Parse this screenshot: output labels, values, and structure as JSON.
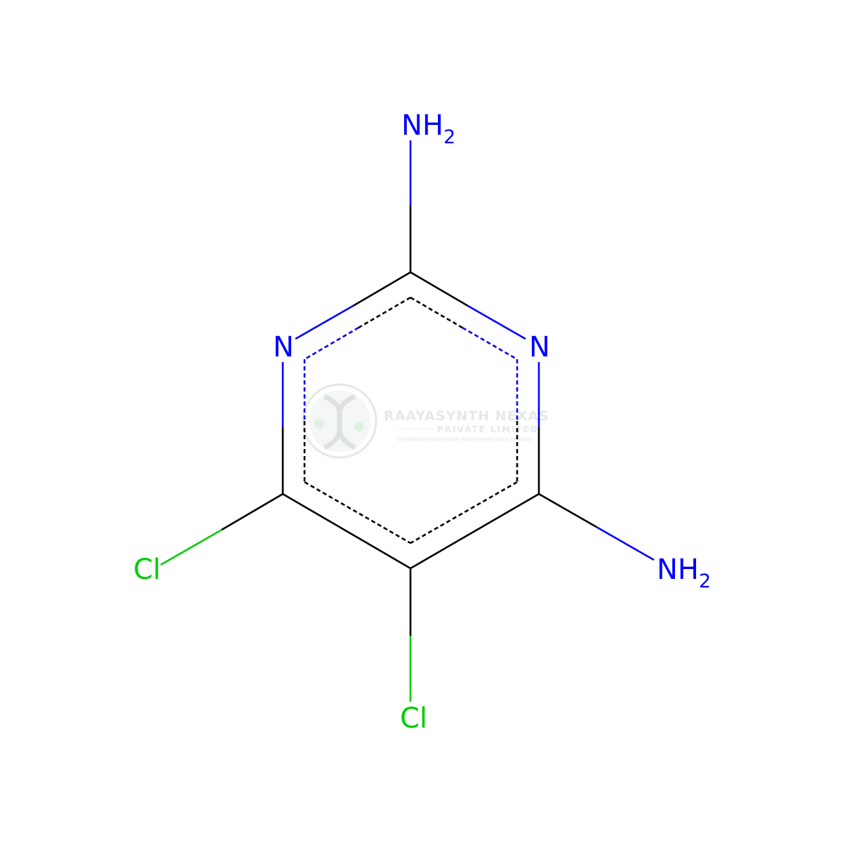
{
  "colors": {
    "carbon_bond": "#000000",
    "nitrogen": "#0000ff",
    "chlorine": "#00cc00",
    "watermark": "#cfd6d2"
  },
  "atoms": {
    "n_left": "N",
    "n_right": "N",
    "nh2_top_main": "NH",
    "nh2_top_sub": "2",
    "nh2_bottom_main": "NH",
    "nh2_bottom_sub": "2",
    "cl_left": "Cl",
    "cl_bottom": "Cl"
  },
  "watermark": {
    "company": "RAAYASYNTH NEXAS",
    "subtitle": "PRIVATE LIMITED",
    "tagline": "Complete solutions for every molecule's journey"
  }
}
